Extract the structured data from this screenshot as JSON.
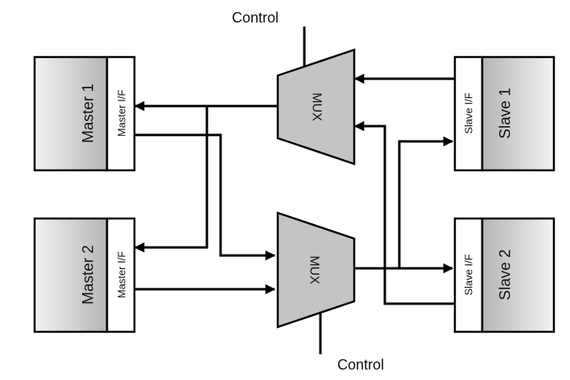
{
  "masters": [
    {
      "label": "Master 1",
      "interface": "Master I/F"
    },
    {
      "label": "Master 2",
      "interface": "Master I/F"
    }
  ],
  "slaves": [
    {
      "label": "Slave 1",
      "interface": "Slave I/F"
    },
    {
      "label": "Slave 2",
      "interface": "Slave I/F"
    }
  ],
  "muxes": [
    {
      "label": "MUX",
      "control_label": "Control"
    },
    {
      "label": "MUX",
      "control_label": "Control"
    }
  ],
  "colors": {
    "block_dark": "#b7b7b7",
    "block_light": "#f2f2f2",
    "mux_fill": "#c4c4c4",
    "line": "#000000"
  }
}
